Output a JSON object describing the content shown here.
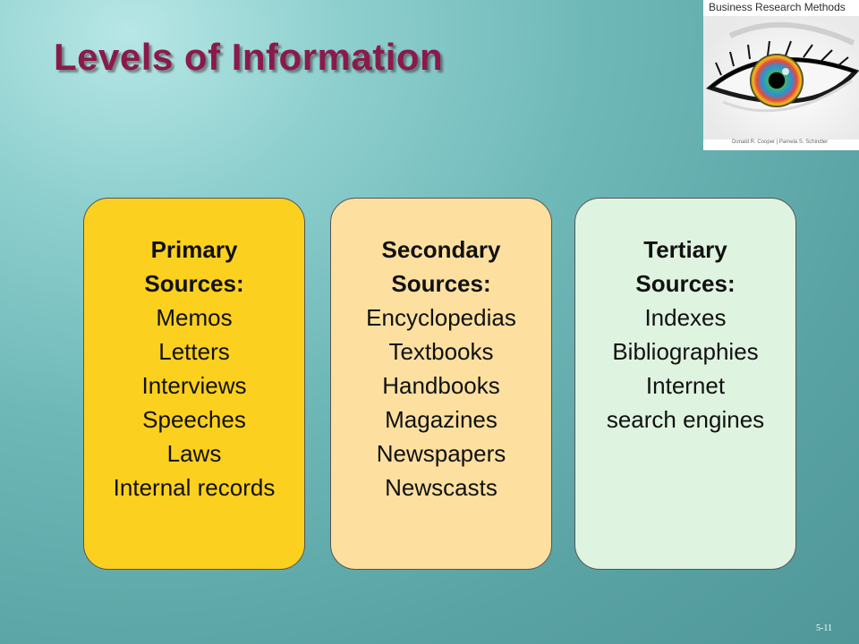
{
  "slide": {
    "title": "Levels of Information",
    "page_number": "5-11"
  },
  "book": {
    "title": "Business Research Methods",
    "authors": "Donald R. Cooper  |  Pamela S. Schindler"
  },
  "cards": [
    {
      "heading_line1": "Primary",
      "heading_line2": "Sources:",
      "items": [
        "Memos",
        "Letters",
        "Interviews",
        "Speeches",
        "Laws",
        "Internal records"
      ],
      "color": "#fcd01e"
    },
    {
      "heading_line1": "Secondary",
      "heading_line2": "Sources:",
      "items": [
        "Encyclopedias",
        "Textbooks",
        "Handbooks",
        "Magazines",
        "Newspapers",
        "Newscasts"
      ],
      "color": "#fde0a0"
    },
    {
      "heading_line1": "Tertiary",
      "heading_line2": "Sources:",
      "items": [
        "Indexes",
        "Bibliographies",
        "Internet",
        "search engines"
      ],
      "color": "#dff4e0"
    }
  ],
  "colors": {
    "title": "#8b1a4b",
    "background": "#5aa3a4"
  }
}
